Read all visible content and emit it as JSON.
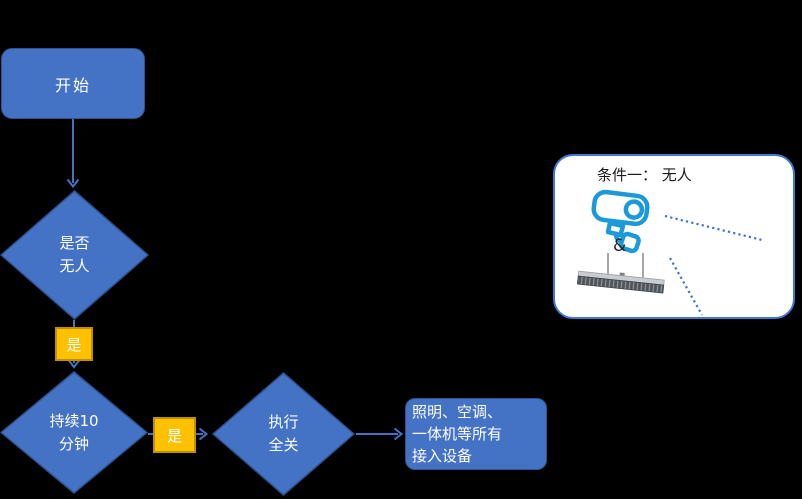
{
  "flowchart": {
    "start": {
      "label": "开始"
    },
    "decision_unmanned": {
      "lines": [
        "是否",
        "无人"
      ]
    },
    "yes_label_1": "是",
    "decision_duration": {
      "lines": [
        "持续10",
        "分钟"
      ]
    },
    "yes_label_2": "是",
    "decision_execute": {
      "lines": [
        "执行",
        "全关"
      ]
    },
    "devices": {
      "lines": [
        "照明、空调、",
        "一体机等所有",
        "接入设备"
      ]
    }
  },
  "condition_panel": {
    "title": "条件一： 无人",
    "ampersand": "&",
    "camera_icon": "cctv-camera-icon",
    "light_icon": "linear-light-fixture-icon"
  },
  "colors": {
    "background": "#000000",
    "node_fill": "#4472C4",
    "node_border": "#2F528F",
    "node_text": "#FFFFFF",
    "yes_fill": "#FFC000",
    "yes_border": "#BF9000",
    "arrow": "#4472C4",
    "panel_border": "#3D78D6",
    "panel_bg": "#FFFFFF",
    "panel_text": "#1A1A1A",
    "camera_blue": "#1B9AD7",
    "dotted_line": "#4472C4"
  }
}
